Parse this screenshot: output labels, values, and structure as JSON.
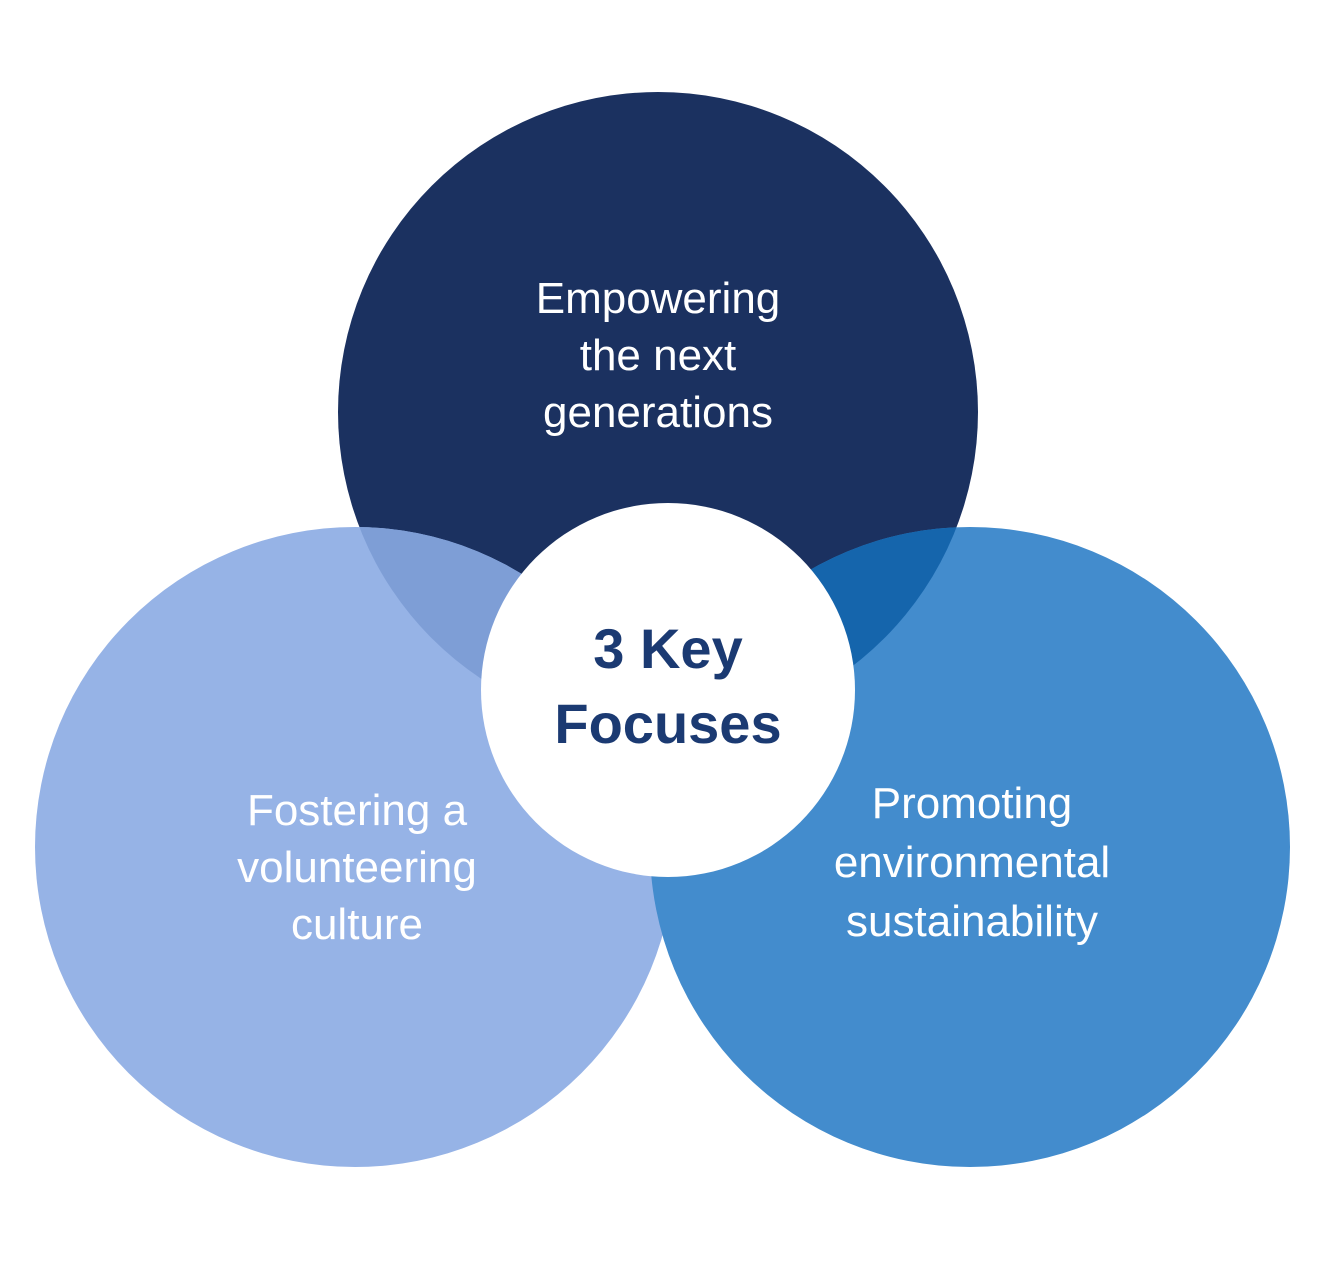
{
  "diagram": {
    "center_label": {
      "line1": "3 Key",
      "line2": "Focuses"
    },
    "circles": [
      {
        "lines": [
          "Empowering",
          "the next",
          "generations"
        ]
      },
      {
        "lines": [
          "Fostering a",
          "volunteering",
          "culture"
        ]
      },
      {
        "lines": [
          "Promoting",
          "environmental",
          "sustainability"
        ]
      }
    ]
  },
  "colors": {
    "top_circle": "#1B3160",
    "left_circle": "#96B3E6",
    "right_circle": "#438CCD",
    "overlap_top_left": "#7E9ED6",
    "overlap_top_right": "#1565AC",
    "center_circle": "#FFFFFF",
    "center_text": "#1B3A72",
    "circle_text": "#FFFFFF"
  }
}
